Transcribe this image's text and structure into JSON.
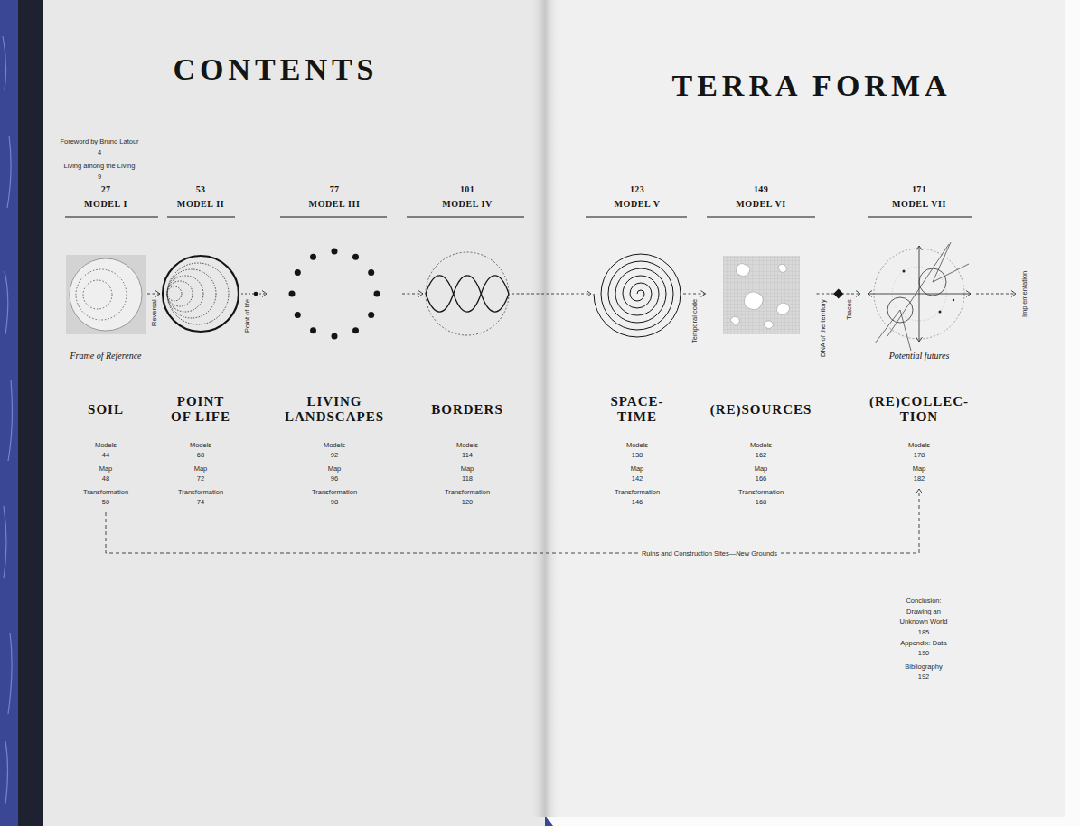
{
  "diagram": {
    "title": "CONTENTS",
    "nodes": [
      {
        "text": [
          "27",
          "MODEL I",
          "Frame of Reference",
          "SOIL",
          "Models",
          "44",
          "Map",
          "48",
          "Transformation",
          "50"
        ]
      },
      {
        "text": [
          "53",
          "MODEL II",
          "POINT OF LIFE",
          "Models",
          "68",
          "Map",
          "72",
          "Transformation",
          "74"
        ]
      },
      {
        "text": [
          "77",
          "MODEL III",
          "LIVING LANDSCAPES",
          "Models",
          "92",
          "Map",
          "96",
          "Transformation",
          "98"
        ]
      },
      {
        "text": [
          "101",
          "MODEL IV",
          "BORDERS",
          "Models",
          "114",
          "Map",
          "118",
          "Transformation",
          "120"
        ]
      },
      {
        "text": [
          "123",
          "MODEL V",
          "SPACE-TIME",
          "Models",
          "138",
          "Map",
          "142",
          "Transformation",
          "146"
        ]
      },
      {
        "text": [
          "149",
          "MODEL VI",
          "(RE)SOURCES",
          "Models",
          "162",
          "Map",
          "166",
          "Transformation",
          "168"
        ]
      },
      {
        "text": [
          "171",
          "MODEL VII",
          "Potential futures",
          "(RE)COLLEC-TION",
          "Models",
          "178",
          "Map",
          "182"
        ]
      }
    ],
    "edges": [
      {
        "from": 0,
        "to": 1,
        "arrow": "to",
        "label": "Reversal"
      },
      {
        "from": 1,
        "to": 2,
        "arrow": "to",
        "label": "Point of life"
      },
      {
        "from": 2,
        "to": 3,
        "arrow": "to"
      },
      {
        "from": 3,
        "to": 4,
        "arrow": "to"
      },
      {
        "from": 4,
        "to": 5,
        "arrow": "to",
        "label": "Temporal code"
      },
      {
        "from": 5,
        "to": 6,
        "arrow": "to",
        "label": "DNA of the territory"
      },
      {
        "from": 0,
        "to": 6,
        "arrow": "to",
        "label": "Ruins and Construction Sites—New Grounds"
      }
    ],
    "labels": [
      "TERRA FORMA",
      "Foreword by Bruno Latour",
      "4",
      "Living among the Living",
      "9",
      "Traces",
      "Implementation",
      "Conclusion: Drawing an Unknown World",
      "185",
      "Appendix: Data",
      "190",
      "Bibliography",
      "192"
    ]
  }
}
